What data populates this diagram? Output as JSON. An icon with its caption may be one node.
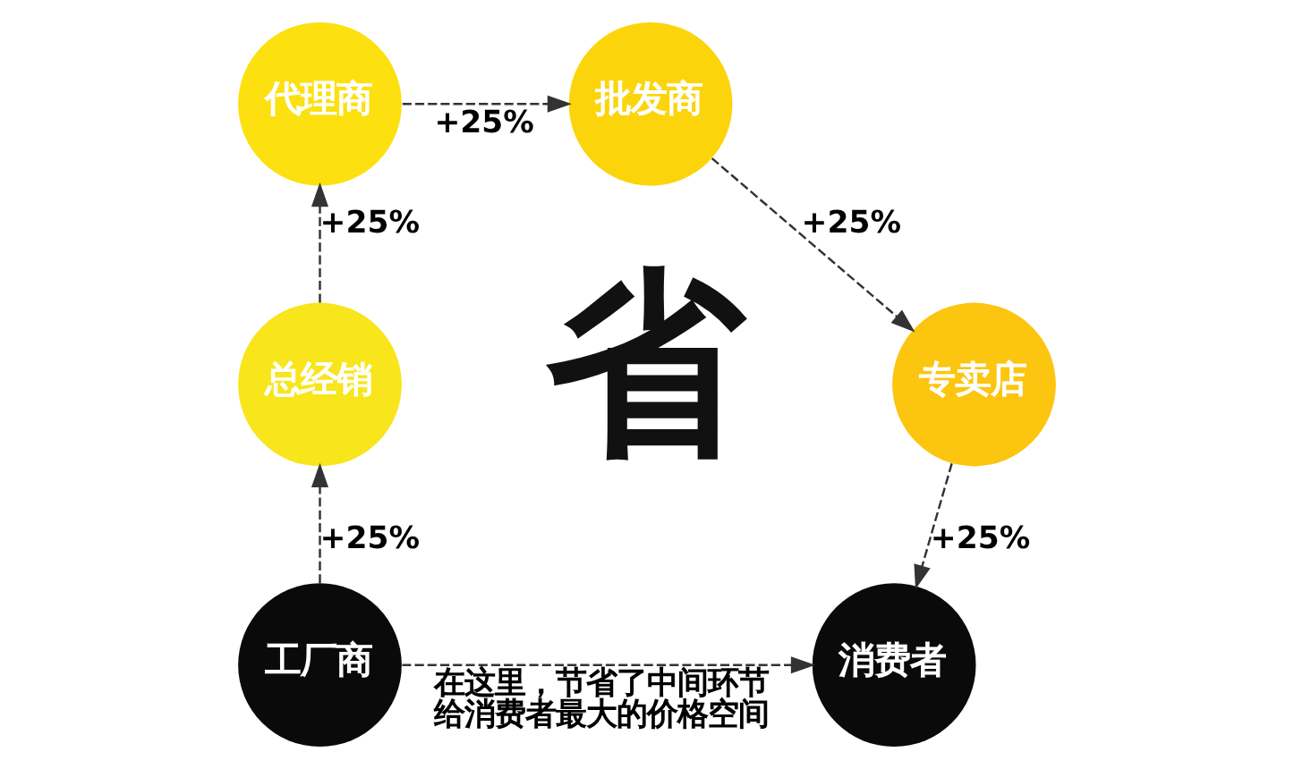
{
  "diagram": {
    "nodes": [
      {
        "text": [
          "工厂商"
        ]
      },
      {
        "text": [
          "总经销"
        ]
      },
      {
        "text": [
          "代理商"
        ]
      },
      {
        "text": [
          "批发商"
        ]
      },
      {
        "text": [
          "专卖店"
        ]
      },
      {
        "text": [
          "消费者"
        ]
      }
    ],
    "edges": [
      {
        "from": 0,
        "to": 1,
        "arrow": "to",
        "label": "+25%",
        "style": "dashed"
      },
      {
        "from": 1,
        "to": 2,
        "arrow": "to",
        "label": "+25%",
        "style": "dashed"
      },
      {
        "from": 2,
        "to": 3,
        "arrow": "to",
        "label": "+25%",
        "style": "dashed"
      },
      {
        "from": 3,
        "to": 4,
        "arrow": "to",
        "label": "+25%",
        "style": "dashed"
      },
      {
        "from": 4,
        "to": 5,
        "arrow": "to",
        "label": "+25%",
        "style": "dashed"
      },
      {
        "from": 0,
        "to": 5,
        "arrow": "to",
        "label": "在这里，节省了中间环节给消费者最大的价格空间",
        "style": "dashed"
      }
    ],
    "labels": [
      "省"
    ]
  }
}
